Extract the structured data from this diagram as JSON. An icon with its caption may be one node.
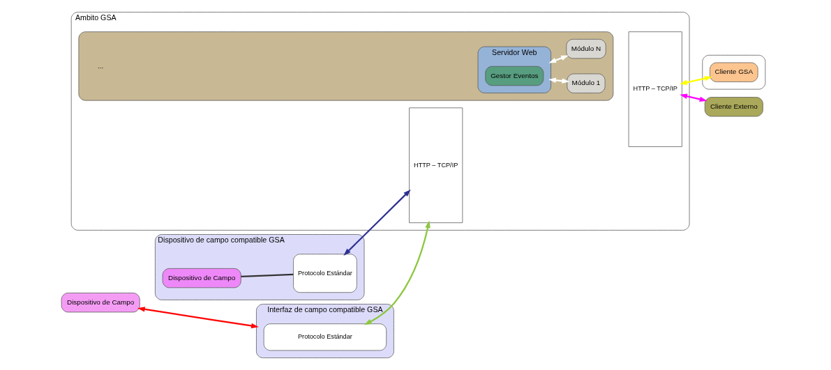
{
  "diagram": {
    "nodes": [
      {
        "text": [
          "Ambito GSA"
        ]
      },
      {
        "text": [
          "Dispositivo de campo compatible GSA"
        ]
      },
      {
        "text": [
          "Dispositivo de Campo"
        ],
        "in": 1
      },
      {
        "text": [
          "Protocolo Estándar"
        ],
        "in": 1
      },
      {
        "text": [
          "HTTP – TCP/IP"
        ],
        "in": 0
      },
      {
        "text": [],
        "shape": "box",
        "in": 0
      },
      {
        "text": [
          "Servidor Web"
        ],
        "in": 5
      },
      {
        "text": [
          "Gestor Eventos"
        ],
        "in": 6
      },
      {
        "text": [
          "HTTP – TCP/IP"
        ],
        "in": 0
      },
      {
        "text": [],
        "shape": "box"
      },
      {
        "text": [
          "Cliente GSA"
        ],
        "in": 9
      },
      {
        "text": [
          "Dispositivo de Campo"
        ]
      },
      {
        "text": [
          "Interfaz de campo compatible GSA"
        ]
      },
      {
        "text": [
          "Protocolo Estándar"
        ],
        "in": 12
      },
      {
        "text": [
          "Módulo 1"
        ],
        "in": 5
      },
      {
        "text": [
          "Módulo N"
        ],
        "in": 5
      },
      {
        "text": [
          "Cliente Externo"
        ]
      }
    ],
    "edges": [
      {
        "from": 2,
        "to": 3,
        "arrow": "none",
        "color": "#333333"
      },
      {
        "from": 3,
        "to": 4,
        "arrow": "both",
        "color": "#2e3192"
      },
      {
        "from": 11,
        "to": 12,
        "arrow": "both",
        "color": "#ff0000"
      },
      {
        "from": 13,
        "to": 4,
        "arrow": "both",
        "color": "#8cc63f"
      },
      {
        "from": 6,
        "to": 14,
        "arrow": "both",
        "color": "#ffffff"
      },
      {
        "from": 6,
        "to": 15,
        "arrow": "both",
        "color": "#ffffff"
      },
      {
        "from": 8,
        "to": 10,
        "arrow": "both",
        "color": "#ffff00"
      },
      {
        "from": 8,
        "to": 16,
        "arrow": "both",
        "color": "#ff00ff"
      }
    ],
    "labels": [
      "..."
    ]
  }
}
